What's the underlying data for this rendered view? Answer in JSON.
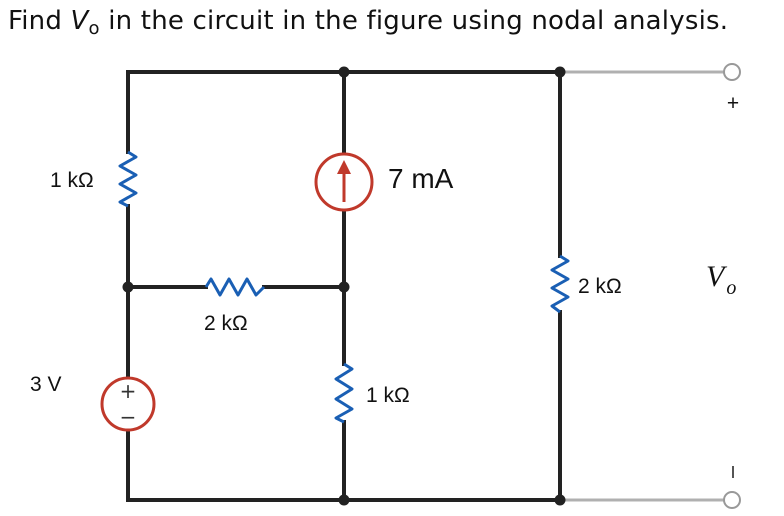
{
  "question": {
    "prefix": "Find ",
    "var_main": "V",
    "var_sub": "o",
    "suffix": " in the circuit in the figure using nodal analysis."
  },
  "circuit": {
    "r_left_top": "1 kΩ",
    "r_middle": "2 kΩ",
    "current_source": "7 mA",
    "r_right": "2 kΩ",
    "r_bottom_mid": "1 kΩ",
    "voltage_source": "3 V",
    "output_label_main": "V",
    "output_label_sub": "o",
    "output_plus": "+",
    "output_minus": "−",
    "vsrc_plus": "+",
    "vsrc_minus": "−"
  },
  "colors": {
    "wire": "#222222",
    "lead": "#b0b0b0",
    "resistor": "#1a5fb4",
    "source": "#c0392b"
  }
}
